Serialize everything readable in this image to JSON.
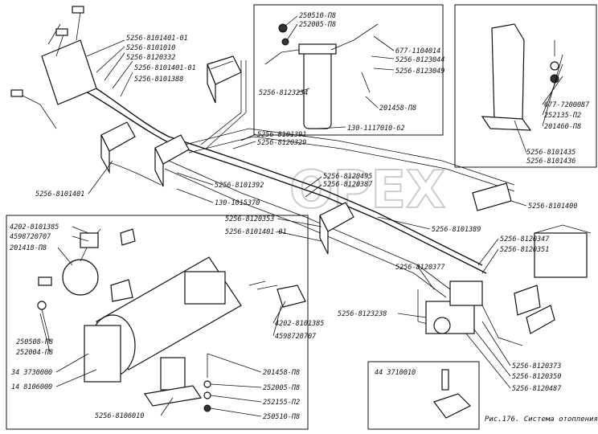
{
  "caption": "Рис.176. Система отопления",
  "watermark": "OPEX",
  "labels": {
    "l01": "5256-8101401-01",
    "l02": "5256-8101010",
    "l03": "5256-8120332",
    "l04": "5256-8101401-01",
    "l05": "5256-8101388",
    "l06": "250510-П8",
    "l07": "252005-П8",
    "l08": "677-1104014",
    "l09": "5256-8123044",
    "l10": "5256-8123049",
    "l11": "5256-8123234",
    "l12": "201458-П8",
    "l13": "130-1117010-62",
    "l14": "5256-8101391",
    "l15": "5256-8120329",
    "l16": "677-7200087",
    "l17": "252135-П2",
    "l18": "201460-П8",
    "l19": "5256-8101435",
    "l20": "5256-8101436",
    "l21": "5256-8101401",
    "l22": "5256-8101392",
    "l23": "5256-8120495",
    "l24": "5256-8120387",
    "l25": "130-1015370",
    "l26": "5256-8101400",
    "l27": "5256-8120353",
    "l28": "5256-8101401-01",
    "l29": "5256-8101389",
    "l30": "4202-8101385",
    "l31": "4598720707",
    "l32": "201418-П8",
    "l33": "5256-8120347",
    "l34": "5256-8120351",
    "l35": "5256-8120377",
    "l36": "5256-8123238",
    "l37": "4202-8101385",
    "l38": "4598720707",
    "l39": "250508-П8",
    "l40": "252004-П8",
    "l41": "34 3730000",
    "l42": "14 8106000",
    "l43": "201458-П8",
    "l44": "252005-П8",
    "l45": "252155-П2",
    "l46": "5256-8106010",
    "l47": "250510-П8",
    "l48": "44 3710010",
    "l49": "5256-8120373",
    "l50": "5256-8120350",
    "l51": "5256-8120487"
  }
}
